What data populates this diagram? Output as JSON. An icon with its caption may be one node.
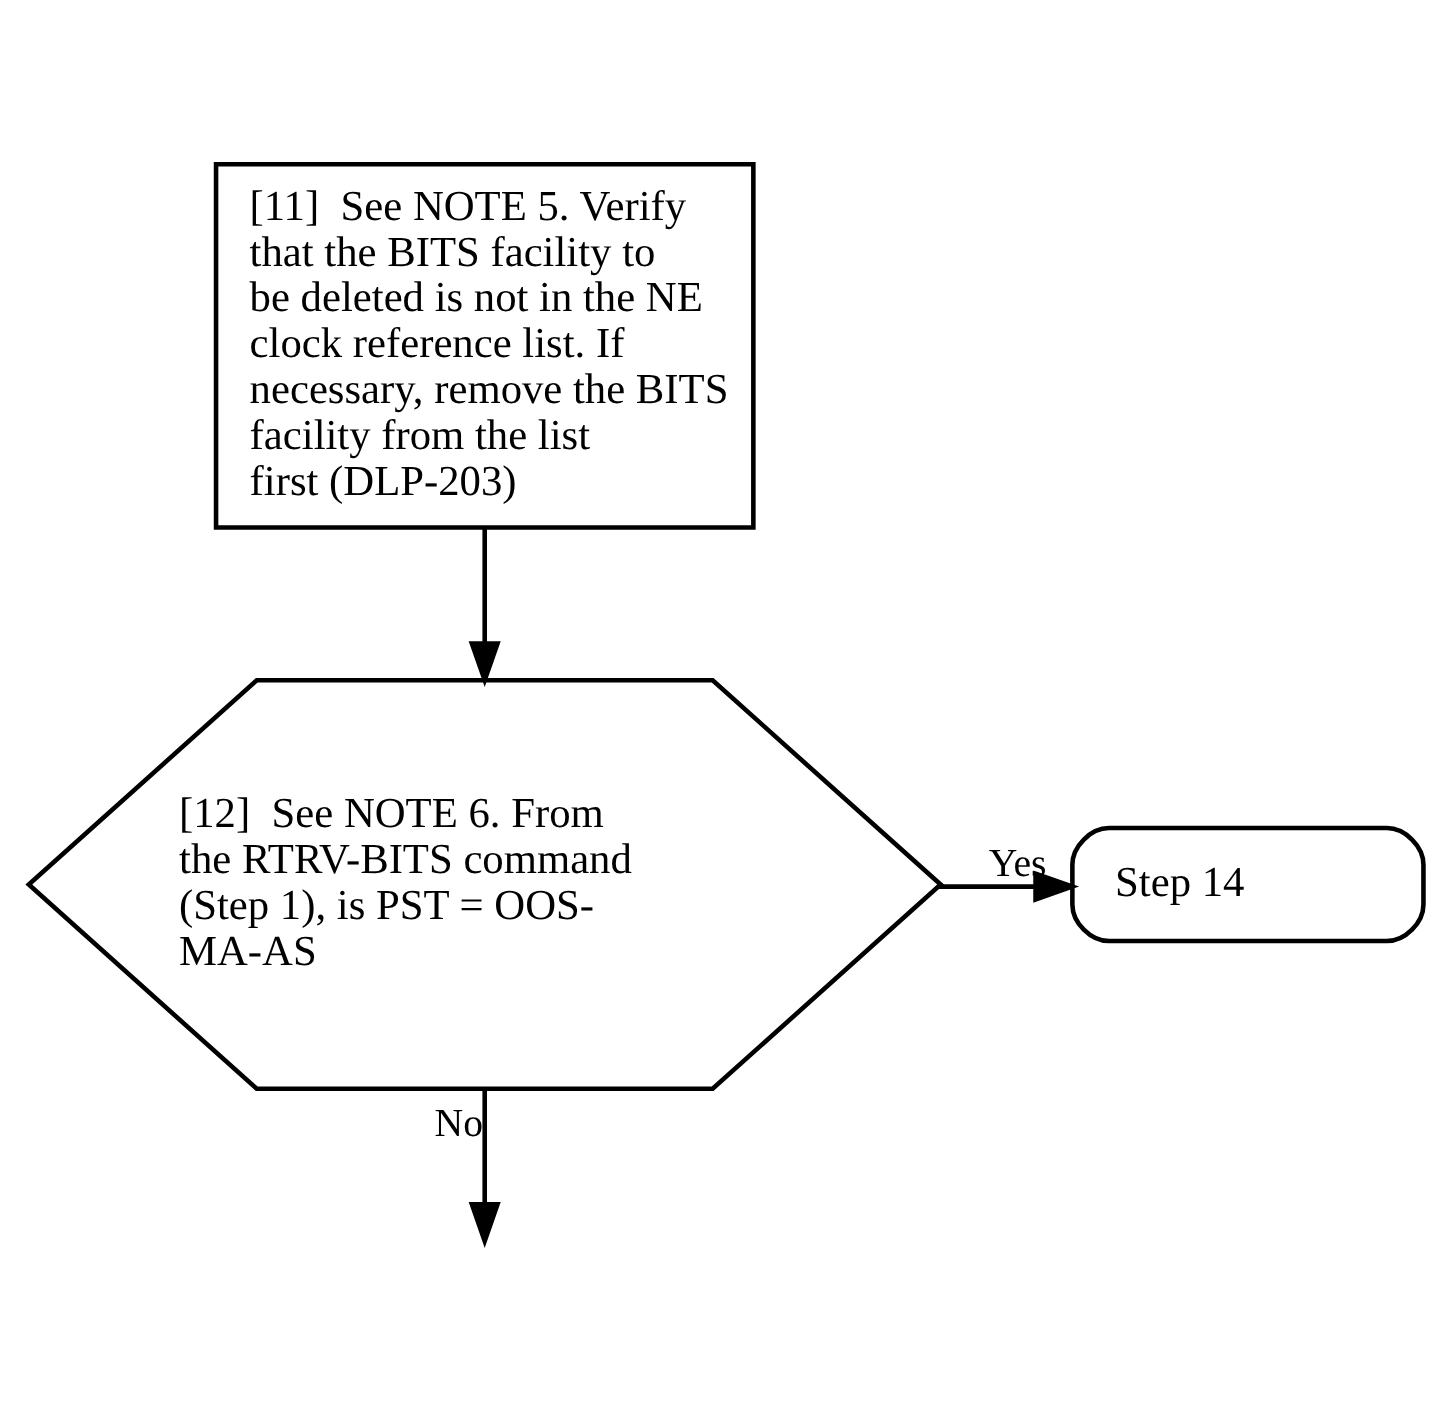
{
  "diagram": {
    "nodes": [
      {
        "text": [
          "[11]  See NOTE 5. Verify that the BITS facility to be deleted is not in the NE clock reference list. If necessary, remove the BITS facility from the list first (DLP-203)"
        ]
      },
      {
        "text": [
          "[12]  See NOTE 6. From the RTRV-BITS command (Step 1), is PST = OOS-MA-AS"
        ]
      },
      {
        "text": [
          "Step 14"
        ]
      }
    ],
    "edges": [
      {
        "from": 0,
        "to": 1,
        "arrow": "to"
      },
      {
        "from": 1,
        "to": 2,
        "arrow": "to",
        "label": "Yes"
      },
      {
        "from": 1,
        "to": null,
        "arrow": "to",
        "label": "No"
      }
    ]
  }
}
